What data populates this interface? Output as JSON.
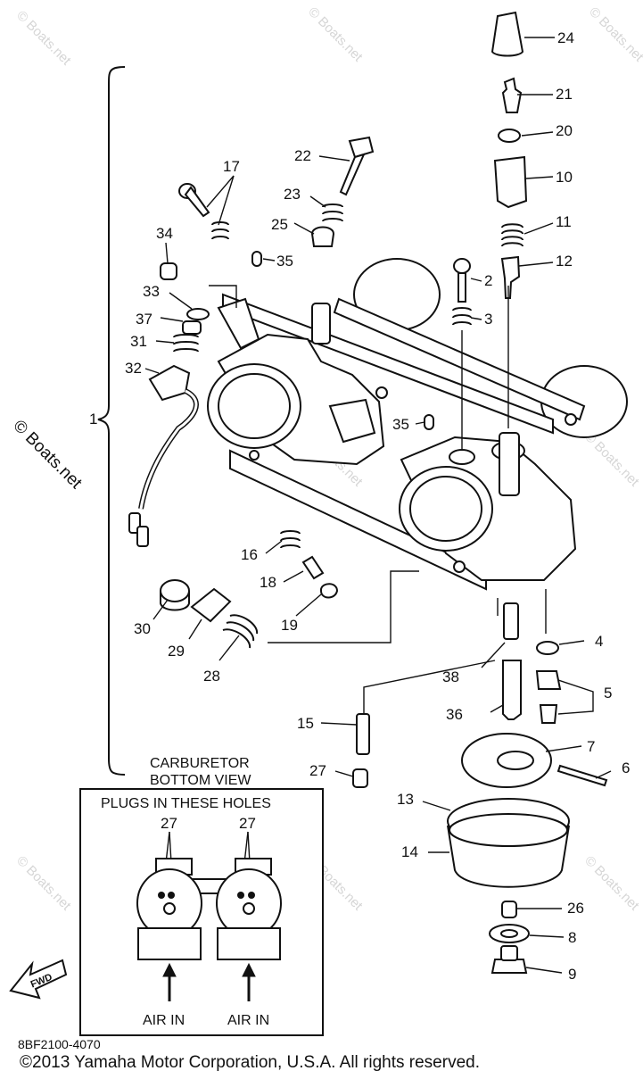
{
  "diagram": {
    "callouts": [
      "24",
      "21",
      "20",
      "10",
      "11",
      "12",
      "22",
      "17",
      "23",
      "25",
      "35",
      "34",
      "2",
      "3",
      "33",
      "37",
      "31",
      "32",
      "35",
      "1",
      "16",
      "18",
      "19",
      "30",
      "29",
      "28",
      "4",
      "38",
      "5",
      "36",
      "15",
      "27",
      "7",
      "6",
      "13",
      "14",
      "26",
      "8",
      "9"
    ],
    "inset": {
      "caption_line1": "CARBURETOR",
      "caption_line2": "BOTTOM VIEW",
      "box_title": "PLUGS IN THESE HOLES",
      "label_left": "27",
      "label_right": "27",
      "air_left": "AIR IN",
      "air_right": "AIR IN"
    },
    "fwd_label": "FWD",
    "watermark": "© Boats.net",
    "side_watermark": "© Boats.net",
    "part_code": "8BF2100-4070",
    "copyright": "©2013 Yamaha Motor Corporation, U.S.A. All rights reserved."
  }
}
